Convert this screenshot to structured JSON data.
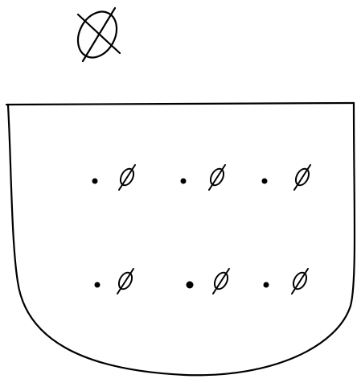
{
  "diagram": {
    "top_symbol": {
      "icon": "crossed-circle-icon",
      "stroke_color": "#000000"
    },
    "container": {
      "stroke_color": "#000000",
      "fill_color": "#ffffff"
    },
    "rows": [
      {
        "items": [
          {
            "icon": "dot-icon",
            "symbol": "ø"
          },
          {
            "icon": "dot-icon",
            "symbol": "ø"
          },
          {
            "icon": "dot-icon",
            "symbol": "ø"
          }
        ]
      },
      {
        "items": [
          {
            "icon": "dot-icon",
            "symbol": "ø"
          },
          {
            "icon": "dot-icon",
            "symbol": "ø"
          },
          {
            "icon": "dot-icon",
            "symbol": "ø"
          }
        ]
      }
    ]
  }
}
